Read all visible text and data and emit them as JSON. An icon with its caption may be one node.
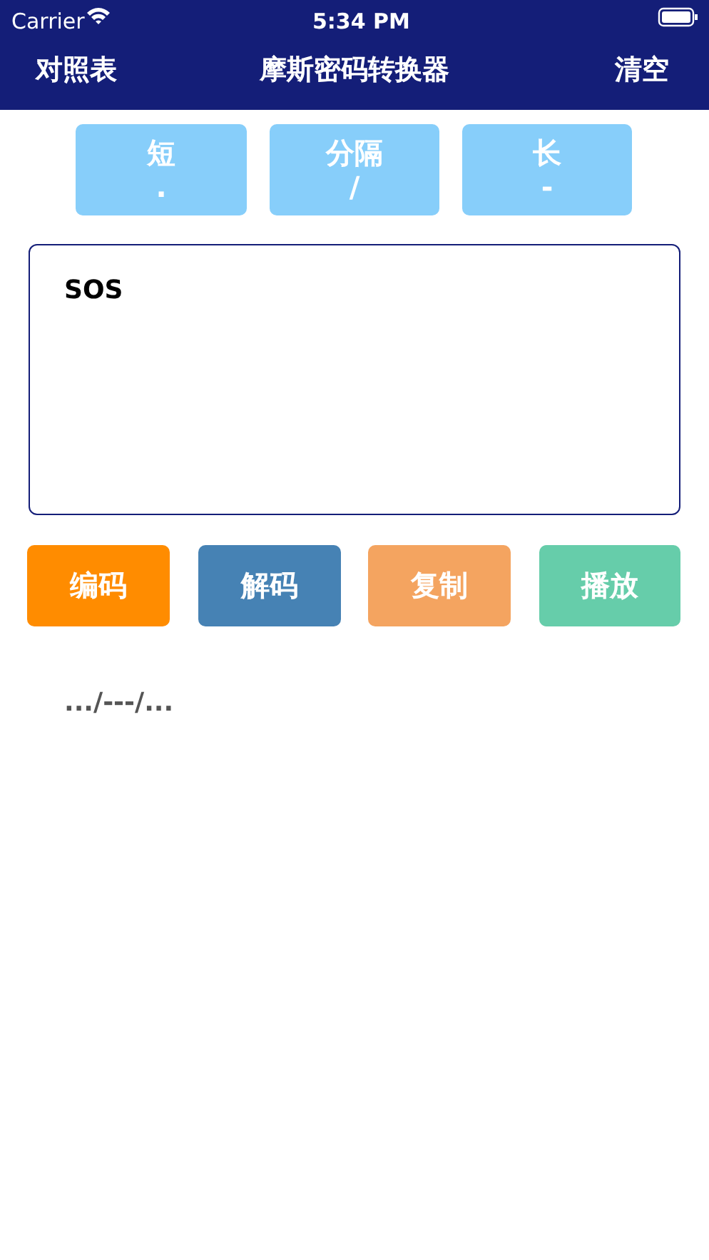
{
  "diagram": {
    "title": "摩斯密码转换器",
    "nodes": [
      {
        "text": [
          "短",
          "."
        ]
      },
      {
        "text": [
          "分隔",
          "/"
        ]
      },
      {
        "text": [
          "长",
          "-"
        ]
      },
      {
        "text": [
          "SOS"
        ]
      },
      {
        "text": [
          "编码"
        ]
      },
      {
        "text": [
          "解码"
        ]
      },
      {
        "text": [
          "复制"
        ]
      },
      {
        "text": [
          "播放"
        ]
      }
    ],
    "labels": [
      "Carrier",
      "5:34 PM",
      "对照表",
      "清空",
      ".../---/..."
    ]
  }
}
